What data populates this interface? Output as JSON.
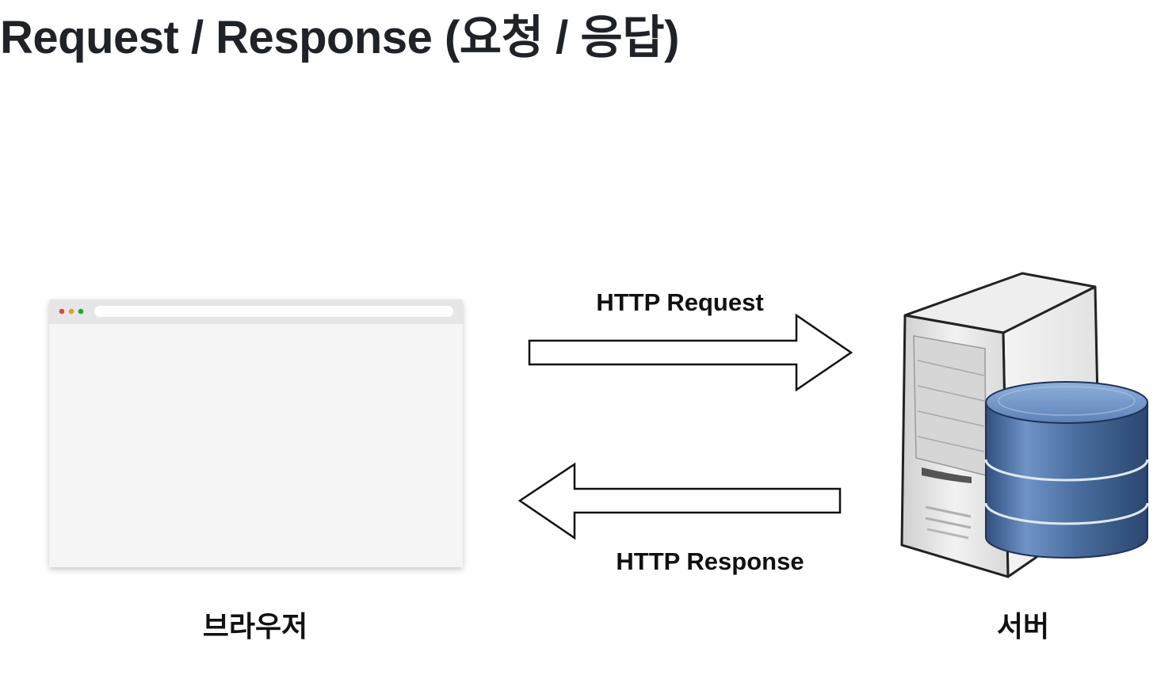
{
  "title": "Request / Response (요청 / 응답)",
  "diagram": {
    "request_label": "HTTP Request",
    "response_label": "HTTP Response",
    "client_label": "브라우저",
    "server_label": "서버"
  },
  "icons": {
    "client": "browser-window-icon",
    "server": "server-tower-icon",
    "database": "database-cylinder-icon",
    "request_arrow": "arrow-right-icon",
    "response_arrow": "arrow-left-icon"
  },
  "colors": {
    "browser_dot_close": "#e0443e",
    "browser_dot_minimize": "#dea123",
    "browser_dot_maximize": "#1aab29",
    "database_blue": "#4a6fa0"
  }
}
